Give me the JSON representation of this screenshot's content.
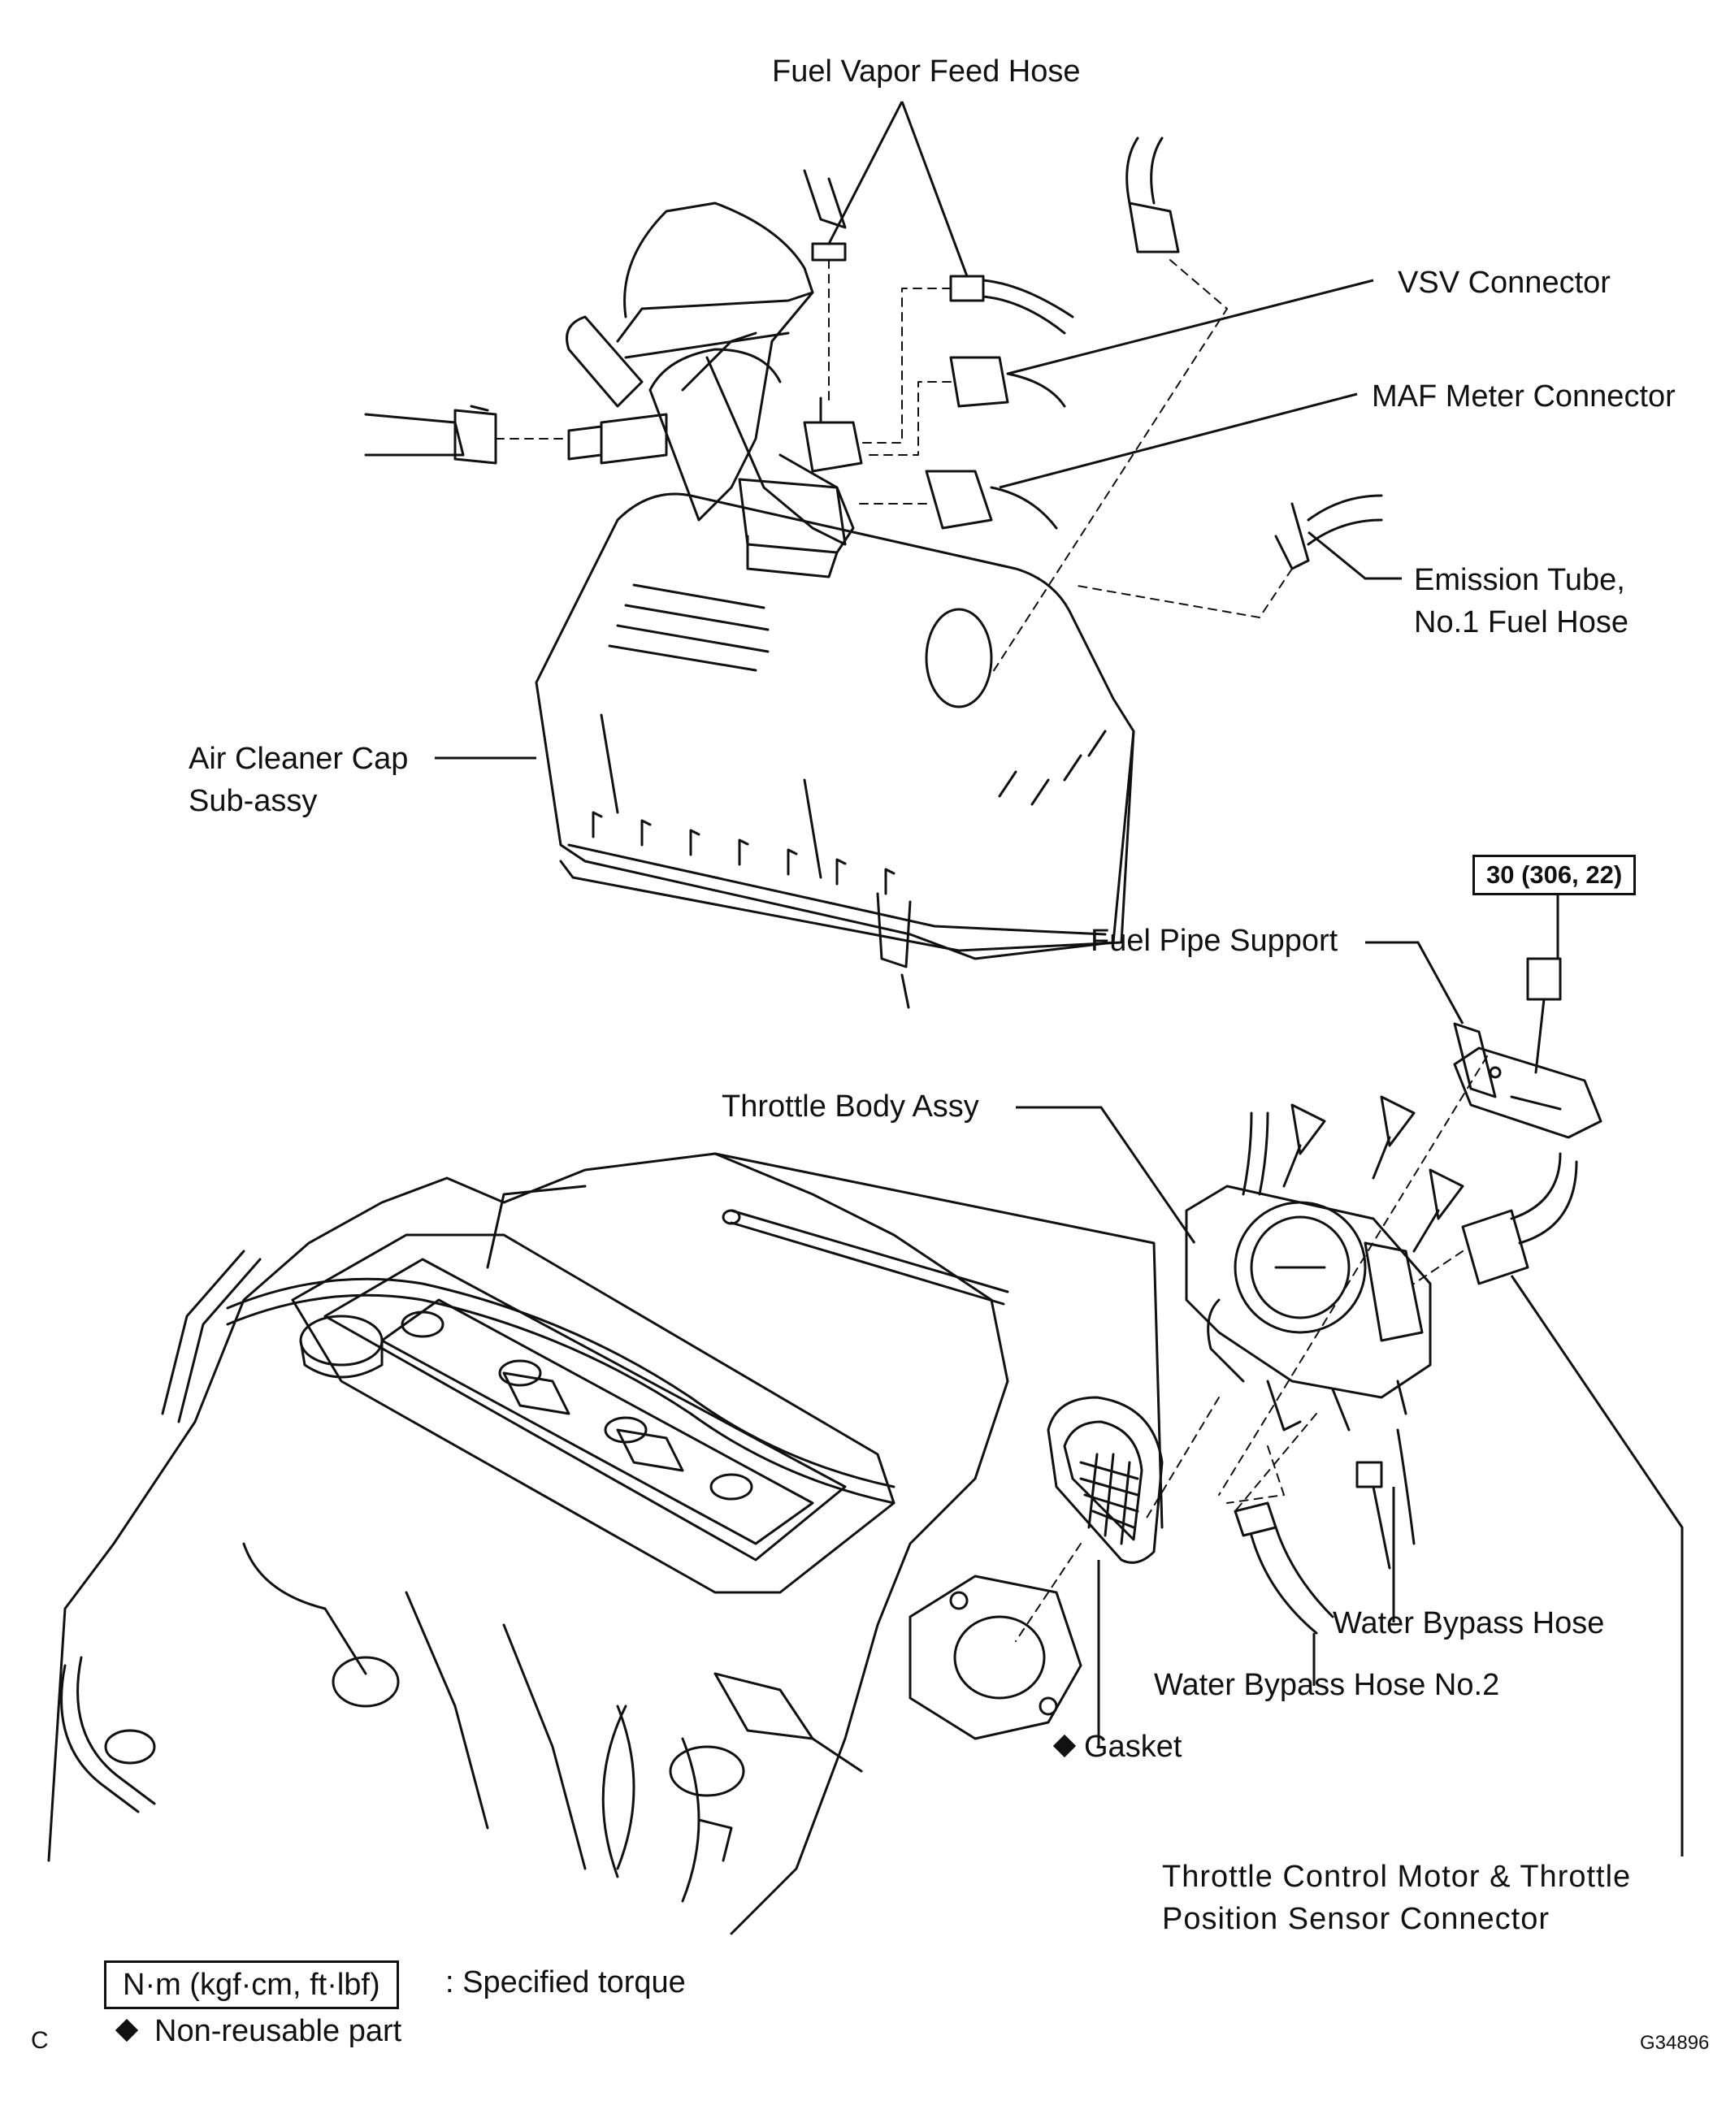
{
  "labels": {
    "fuel_vapor_feed_hose": "Fuel Vapor Feed Hose",
    "vsv_connector": "VSV Connector",
    "maf_meter_connector": "MAF Meter Connector",
    "emission_tube_line1": "Emission Tube,",
    "emission_tube_line2": "No.1 Fuel Hose",
    "air_cleaner_cap_line1": "Air Cleaner Cap",
    "air_cleaner_cap_line2": "Sub-assy",
    "fuel_pipe_support": "Fuel Pipe Support",
    "torque_value": "30 (306, 22)",
    "throttle_body_assy": "Throttle Body Assy",
    "water_bypass_hose": "Water Bypass Hose",
    "water_bypass_hose_no2": "Water Bypass Hose No.2",
    "gasket": "Gasket",
    "throttle_connector_line1": "Throttle Control Motor & Throttle",
    "throttle_connector_line2": "Position Sensor Connector"
  },
  "legend": {
    "torque_units": "N·m (kgf·cm, ft·lbf)",
    "torque_desc": ": Specified torque",
    "non_reusable": "Non-reusable part"
  },
  "footer": {
    "corner_mark": "C",
    "figure_id": "G34896"
  },
  "icons": {
    "non_reusable_marker": "filled-diamond-icon"
  }
}
